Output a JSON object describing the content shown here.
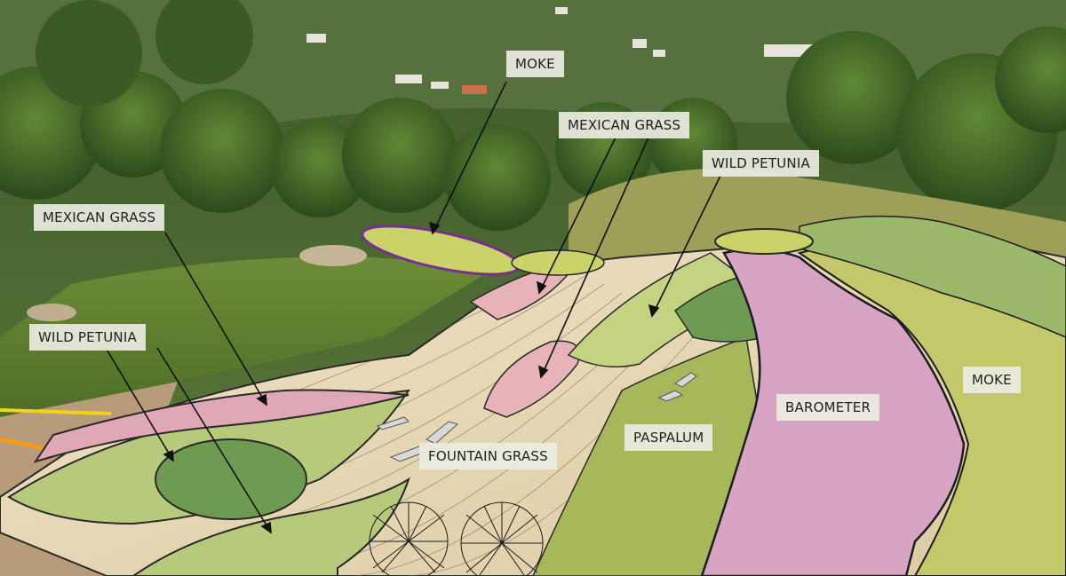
{
  "labels": {
    "moke_top": "MOKE",
    "mexican_grass_top": "MEXICAN GRASS",
    "wild_petunia_top": "WILD PETUNIA",
    "mexican_grass_left": "MEXICAN GRASS",
    "wild_petunia_left": "WILD PETUNIA",
    "fountain_grass": "FOUNTAIN GRASS",
    "paspalum": "PASPALUM",
    "barometer": "BAROMETER",
    "moke_right": "MOKE"
  },
  "colors": {
    "forest_dark": "#2f4a1f",
    "forest_mid": "#4f6f2c",
    "lawn": "#5e7f2f",
    "soil": "#b89b7a",
    "sketch_cream": "#e9dcc0",
    "light_green": "#b7c97a",
    "lime_green": "#c9d36a",
    "pink_barometer": "#d7a4c4",
    "pink_soft": "#e7b3b8",
    "olive_green": "#a8b854",
    "purple_edge": "#7a2f8f",
    "label_bg": "#ecece2"
  }
}
